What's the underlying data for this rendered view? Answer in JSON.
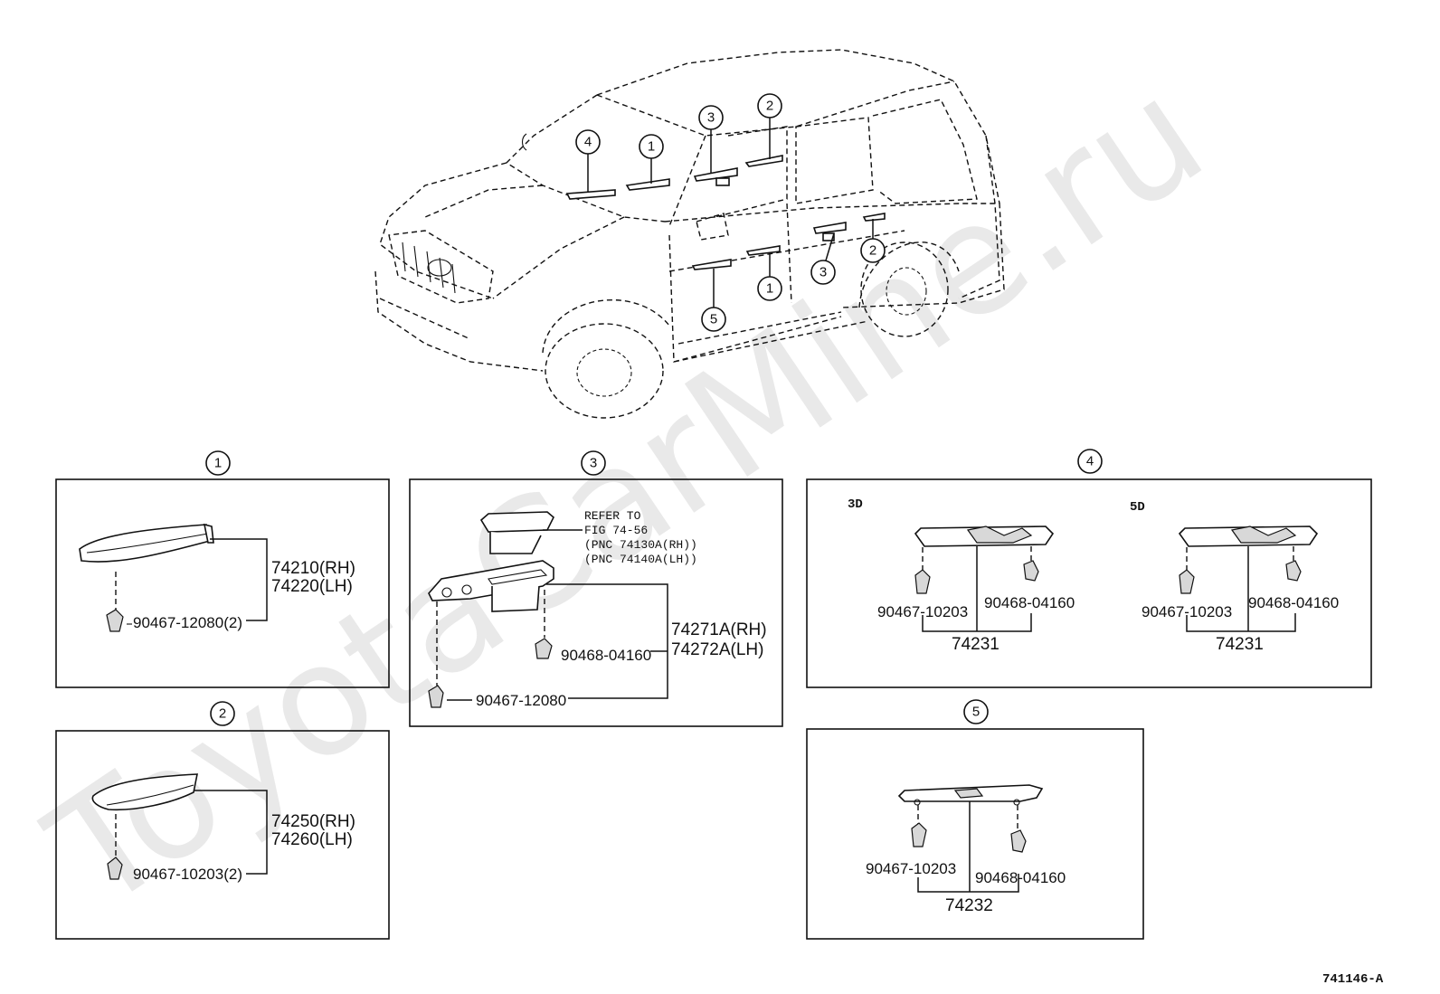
{
  "watermark": "ToyotaCarMine.ru",
  "figure_code": "741146-A",
  "car_callouts": [
    "4",
    "1",
    "3",
    "2",
    "2",
    "3",
    "1",
    "5"
  ],
  "panels": {
    "p1": {
      "number": "1",
      "part_rh": "74210(RH)",
      "part_lh": "74220(LH)",
      "clip": "90467-12080(2)"
    },
    "p2": {
      "number": "2",
      "part_rh": "74250(RH)",
      "part_lh": "74260(LH)",
      "clip": "90467-10203(2)"
    },
    "p3": {
      "number": "3",
      "refer_lines": [
        "REFER TO",
        "FIG 74-56",
        "(PNC 74130A(RH))",
        "(PNC 74140A(LH))"
      ],
      "part_rh": "74271A(RH)",
      "part_lh": "74272A(LH)",
      "clip_a": "90468-04160",
      "clip_b": "90467-12080"
    },
    "p4": {
      "number": "4",
      "variant_a": {
        "label": "3D",
        "clip_a": "90467-10203",
        "clip_b": "90468-04160",
        "part": "74231"
      },
      "variant_b": {
        "label": "5D",
        "clip_a": "90467-10203",
        "clip_b": "90468-04160",
        "part": "74231"
      }
    },
    "p5": {
      "number": "5",
      "clip_a": "90467-10203",
      "clip_b": "90468-04160",
      "part": "74232"
    }
  }
}
